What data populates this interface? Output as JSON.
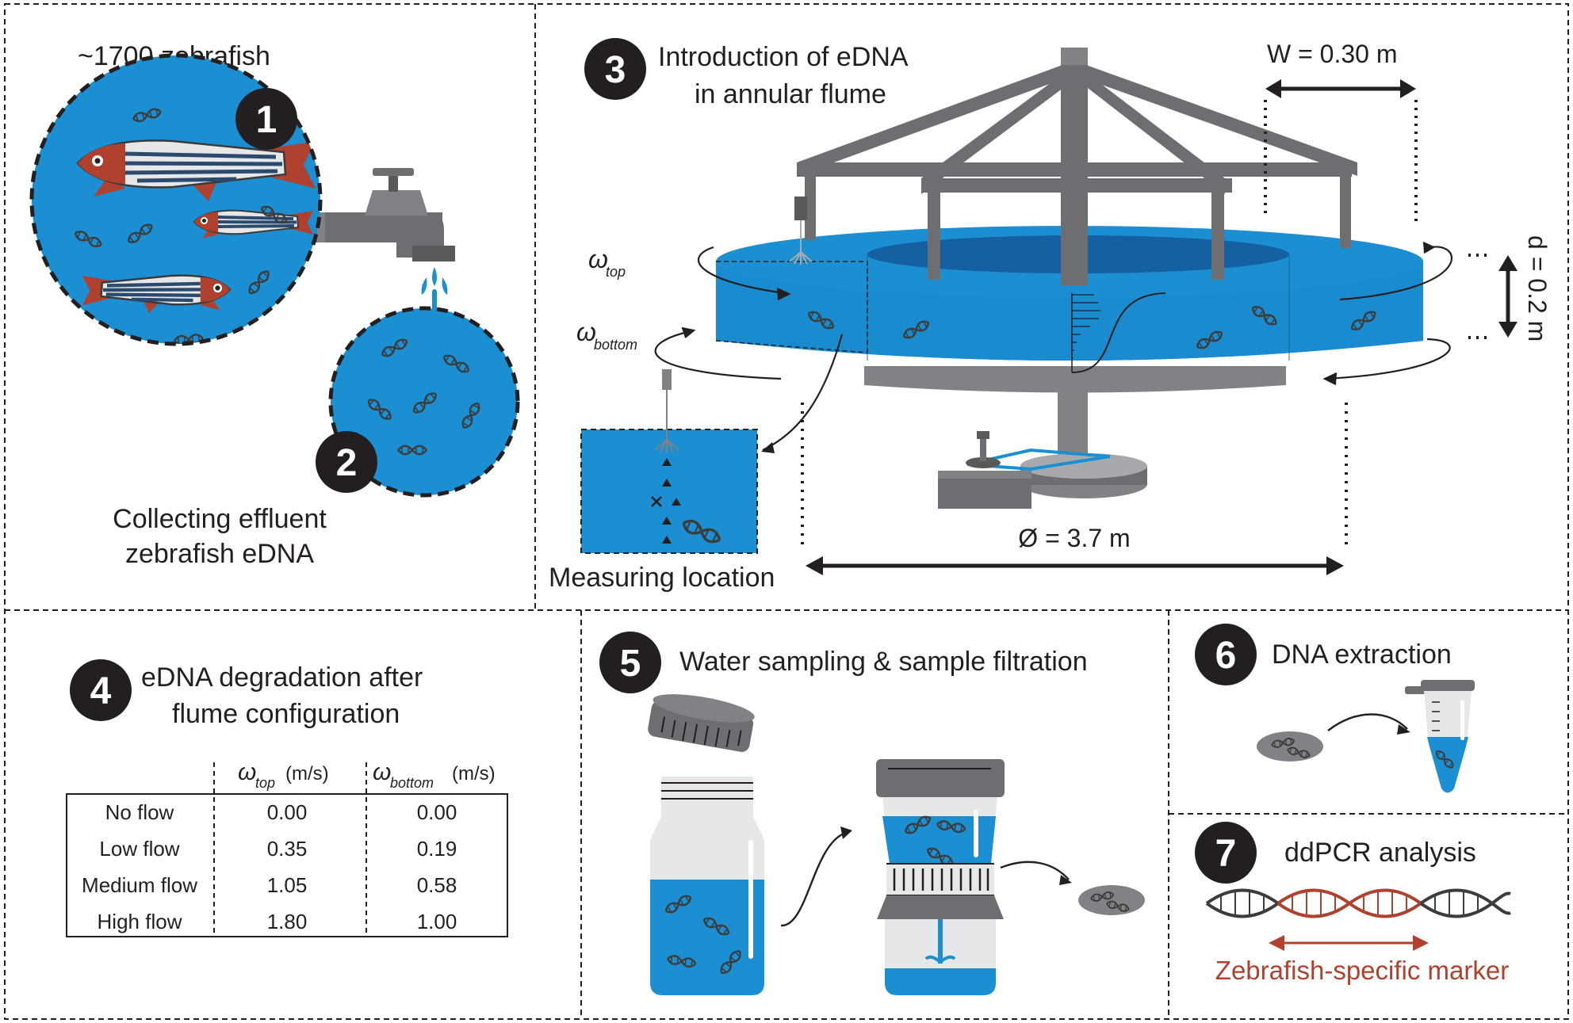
{
  "panel1": {
    "number": "1",
    "zebrafish_count": "~1700 zebrafish"
  },
  "panel2": {
    "number": "2",
    "caption_line1": "Collecting effluent",
    "caption_line2": "zebrafish eDNA"
  },
  "panel3": {
    "number": "3",
    "title_line1": "Introduction of eDNA",
    "title_line2": "in annular flume",
    "width_label": "W = 0.30 m",
    "depth_label": "d = 0.2 m",
    "diameter_label": "Ø = 3.7 m",
    "omega_symbol": "ω",
    "omega_top_sub": "top",
    "omega_bottom_sub": "bottom",
    "measuring_location": "Measuring location"
  },
  "panel4": {
    "number": "4",
    "title_line1": "eDNA degradation after",
    "title_line2": "flume configuration",
    "table": {
      "omega_symbol": "ω",
      "col1_sub": "top",
      "col2_sub": "bottom",
      "unit": "(m/s)",
      "rows": [
        {
          "label": "No flow",
          "top": "0.00",
          "bottom": "0.00"
        },
        {
          "label": "Low flow",
          "top": "0.35",
          "bottom": "0.19"
        },
        {
          "label": "Medium flow",
          "top": "1.05",
          "bottom": "0.58"
        },
        {
          "label": "High flow",
          "top": "1.80",
          "bottom": "1.00"
        }
      ]
    }
  },
  "panel5": {
    "number": "5",
    "title": "Water sampling & sample filtration"
  },
  "panel6": {
    "number": "6",
    "title": "DNA extraction"
  },
  "panel7": {
    "number": "7",
    "title": "ddPCR analysis",
    "marker_label": "Zebrafish-specific marker"
  },
  "colors": {
    "water": "#1b8fd2",
    "water_dark": "#1672b5",
    "fish_red": "#b0412e",
    "steel": "#6d6e71",
    "marker_red": "#b0412e",
    "badge": "#231f20"
  }
}
